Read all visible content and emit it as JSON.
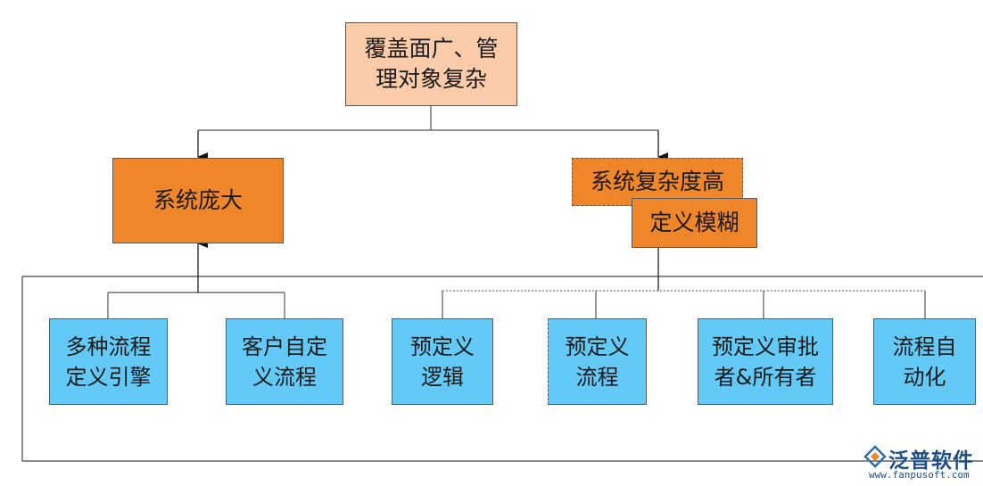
{
  "diagram": {
    "root": {
      "text": "覆盖面广、管\n理对象复杂"
    },
    "left_node": {
      "text": "系统庞大"
    },
    "right_node": {
      "text": "系统复杂度高"
    },
    "right_sub_node": {
      "text": "定义模糊"
    },
    "leaves": [
      {
        "text": "多种流程\n定义引擎"
      },
      {
        "text": "客户自定\n义流程"
      },
      {
        "text": "预定义\n逻辑"
      },
      {
        "text": "预定义\n流程"
      },
      {
        "text": "预定义审批\n者&所有者"
      },
      {
        "text": "流程自\n动化"
      }
    ]
  },
  "logo": {
    "name": "泛普软件",
    "url": "www.fanpusoft.com"
  },
  "colors": {
    "peach": "#fbcca9",
    "orange": "#f0862a",
    "blue": "#63caf7",
    "line": "#555555",
    "brand": "#1f4f87"
  }
}
